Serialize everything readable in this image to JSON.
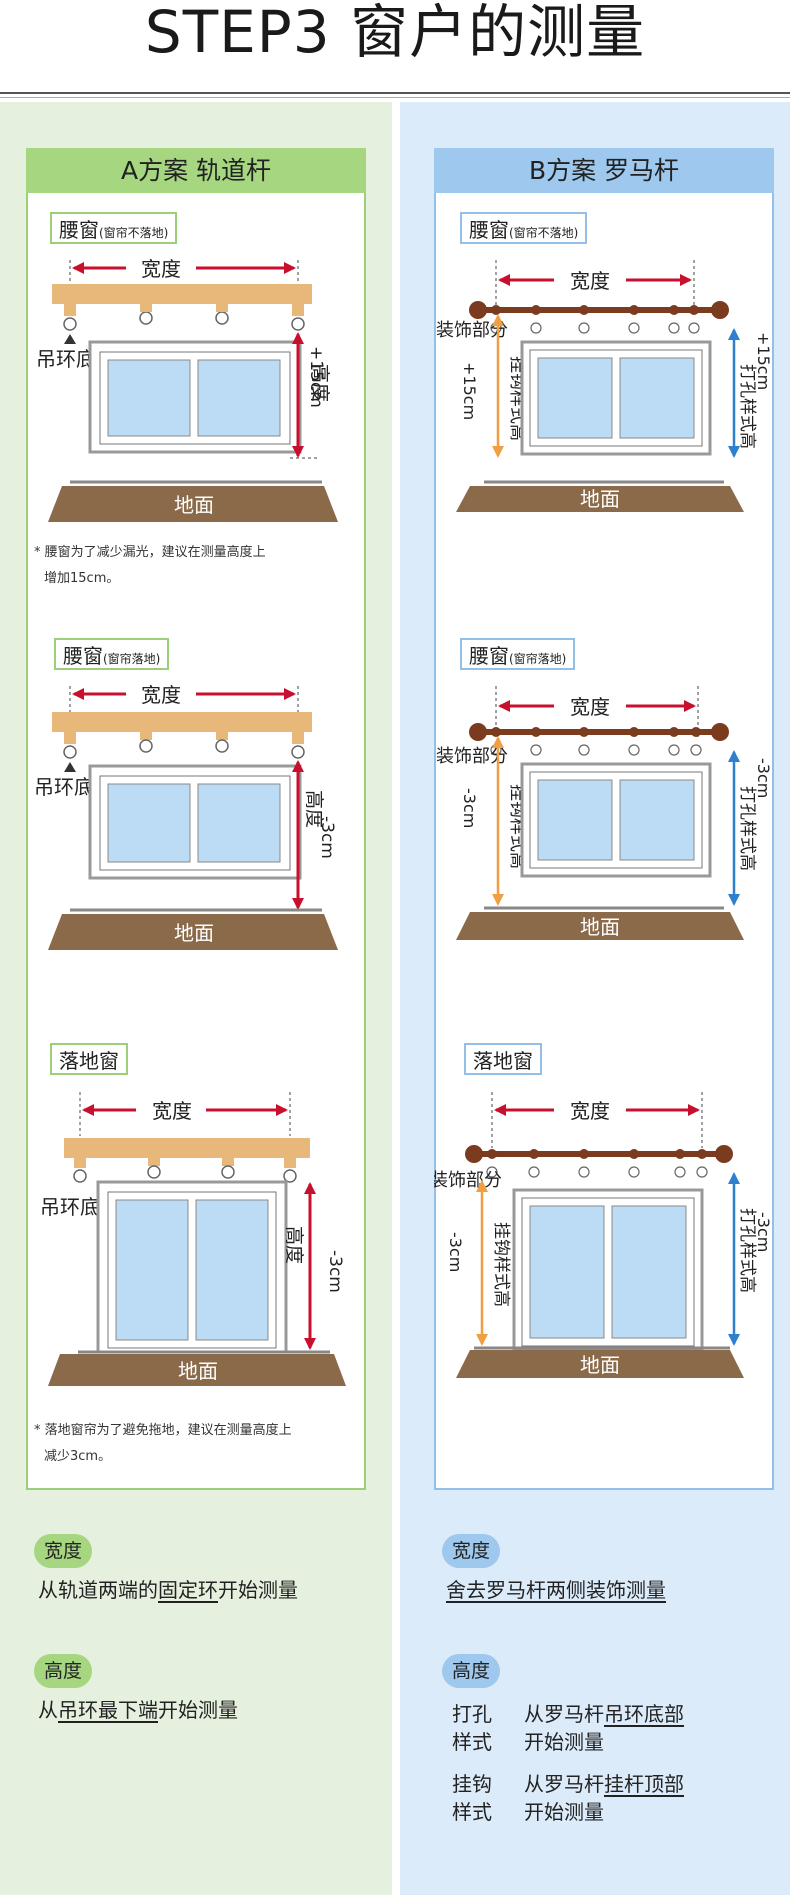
{
  "title": "STEP3  窗户的测量",
  "planA": {
    "header": "A方案  轨道杆",
    "diagrams": [
      {
        "tag": "腰窗",
        "tag_note": "(窗帘不落地)",
        "width": "宽度",
        "hook": "吊环底部",
        "height": "高度",
        "adjust": "+15cm",
        "floor": "地面"
      },
      {
        "tag": "腰窗",
        "tag_note": "(窗帘落地)",
        "width": "宽度",
        "hook": "吊环底部",
        "height": "高度",
        "adjust": "-3cm",
        "floor": "地面"
      },
      {
        "tag": "落地窗",
        "tag_note": "",
        "width": "宽度",
        "hook": "吊环底部",
        "height": "高度",
        "adjust": "-3cm",
        "floor": "地面"
      }
    ],
    "note1_line1": "* 腰窗为了减少漏光，建议在测量高度上",
    "note1_line2": "增加15cm。",
    "note2_line1": "* 落地窗帘为了避免拖地，建议在测量高度上",
    "note2_line2": "减少3cm。",
    "width_badge": "宽度",
    "width_text_a": "从轨道两端的",
    "width_text_b": "固定环",
    "width_text_c": "开始测量",
    "height_badge": "高度",
    "height_text_a": "从",
    "height_text_b": "吊环最下端",
    "height_text_c": "开始测量"
  },
  "planB": {
    "header": "B方案  罗马杆",
    "diagrams": [
      {
        "tag": "腰窗",
        "tag_note": "(窗帘不落地)",
        "width": "宽度",
        "deco": "装饰部分",
        "hook_style": "挂钩样式高",
        "hook_adj": "+15cm",
        "punch_style": "打孔样式高",
        "punch_adj": "+15cm",
        "floor": "地面"
      },
      {
        "tag": "腰窗",
        "tag_note": "(窗帘落地)",
        "width": "宽度",
        "deco": "装饰部分",
        "hook_style": "挂钩样式高",
        "hook_adj": "-3cm",
        "punch_style": "打孔样式高",
        "punch_adj": "-3cm",
        "floor": "地面"
      },
      {
        "tag": "落地窗",
        "tag_note": "",
        "width": "宽度",
        "deco": "装饰部分",
        "hook_style": "挂钩样式高",
        "hook_adj": "-3cm",
        "punch_style": "打孔样式高",
        "punch_adj": "-3cm",
        "floor": "地面"
      }
    ],
    "width_badge": "宽度",
    "width_text": "舍去罗马杆两侧装饰测量",
    "height_badge": "高度",
    "punch_label_1": "打孔",
    "punch_label_2": "样式",
    "punch_text_1a": "从罗马杆",
    "punch_text_1b": "吊环底部",
    "punch_text_2": "开始测量",
    "hook_label_1": "挂钩",
    "hook_label_2": "样式",
    "hook_text_1a": "从罗马杆",
    "hook_text_1b": "挂杆顶部",
    "hook_text_2": "开始测量"
  },
  "colors": {
    "green": "#a6d780",
    "blue": "#9ec8ee",
    "red": "#c8102e",
    "wood": "#e7b87a",
    "rod": "#7a3b1e",
    "glass": "#bcdcf5",
    "floor": "#8b6a4a"
  }
}
